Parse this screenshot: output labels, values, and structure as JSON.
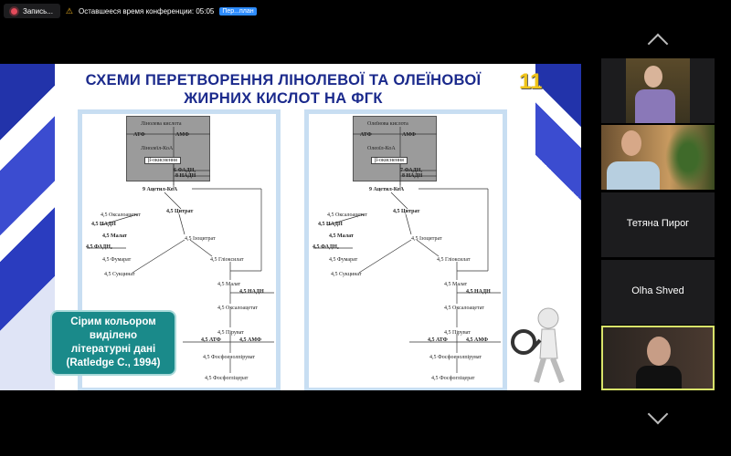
{
  "topbar": {
    "record_label": "Запись...",
    "time_remaining": "Оставшееся время конференции: 05:05",
    "plan_button": "Пер...план"
  },
  "slide": {
    "title_line1": "СХЕМИ ПЕРЕТВОРЕННЯ ЛІНОЛЕВОЇ ТА ОЛЕЇНОВОЇ",
    "title_line2": "ЖИРНИХ КИСЛОТ НА ФГК",
    "slide_number": "11",
    "callout": [
      "Сірим кольором",
      "виділено",
      "літературні дані",
      "(Ratledge C., 1994)"
    ],
    "diagrams": [
      {
        "acid": "Лінолева кислота",
        "atp": "АТФ",
        "amp": "АМФ",
        "acyl_coa": "Лінолеїл-КоА",
        "beta": "β-окиснення",
        "fadh": "6 ФАДН₂",
        "nadh": "8 НАДН",
        "acetyl": "9 Ацетил-КоА",
        "citrate": "4,5 Цитрат",
        "oaa1": "4,5 Оксалоацетат",
        "nadh1": "4,5 НАДН",
        "malate1": "4,5 Малат",
        "fadh1": "4,5 ФАДН₂",
        "fumarate": "4,5 Фумарат",
        "succinate": "4,5 Сукцинат",
        "isocitrate": "4,5 Ізоцитрат",
        "glyoxylate": "4,5 Гліоксилат",
        "malate2": "4,5 Малат",
        "nadh2": "4,5 НАДН",
        "oaa2": "4,5 Оксалоацетат",
        "pyruvate": "4,5 Піруват",
        "atp2": "4,5  АТФ",
        "amp2": "4,5  АМФ",
        "pep": "4,5 Фосфоенолпіруват",
        "pga": "4,5 Фосфогліцерат"
      },
      {
        "acid": "Олеїнова кислота",
        "atp": "АТФ",
        "amp": "АМФ",
        "acyl_coa": "Олеоїл-КоА",
        "beta": "β-окиснення",
        "fadh": "7 ФАДН₂",
        "nadh": "8 НАДН",
        "acetyl": "9 Ацетил-КоА",
        "citrate": "4,5 Цитрат",
        "oaa1": "4,5 Оксалоацетат",
        "nadh1": "4,5 НАДН",
        "malate1": "4,5 Малат",
        "fadh1": "4,5 ФАДН₂",
        "fumarate": "4,5 Фумарат",
        "succinate": "4,5 Сукцинат",
        "isocitrate": "4,5 Ізоцитрат",
        "glyoxylate": "4,5 Гліоксилат",
        "malate2": "4,5 Малат",
        "nadh2": "4,5 НАДН",
        "oaa2": "4,5 Оксалоацетат",
        "pyruvate": "4,5 Піруват",
        "atp2": "4,5  АТФ",
        "amp2": "4,5  АМФ",
        "pep": "4,5 Фосфоенолпіруват",
        "pga": "4,5 Фосфогліцерат"
      }
    ]
  },
  "participants": [
    {
      "name": "Тетяна Пирог"
    },
    {
      "name": "Olha Shved"
    }
  ],
  "colors": {
    "title": "#1b2a8c",
    "number": "#f0c419",
    "callout": "#1a8a8a",
    "active_speaker_border": "#d8e36a",
    "plan_button": "#2d8cff"
  }
}
